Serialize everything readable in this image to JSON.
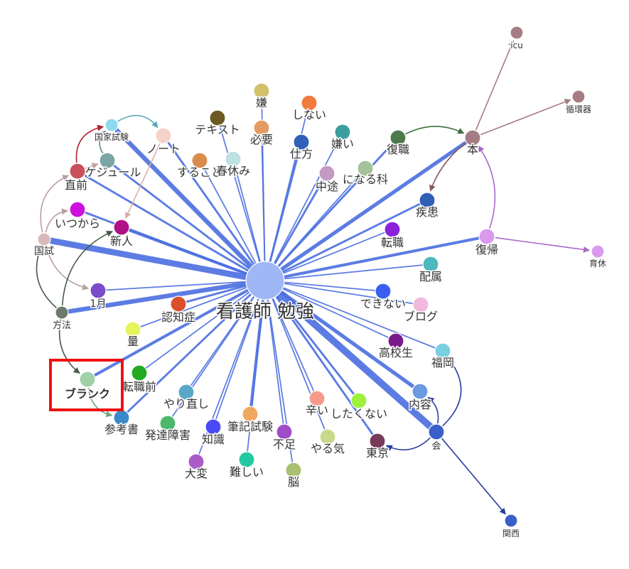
{
  "graph": {
    "center": "看護師 勉強",
    "highlighted": "ブランク",
    "spoke_color": "#4a6ee0",
    "nodes": [
      {
        "id": "看護師 勉強",
        "color": "#9fb8f5",
        "size": "hub"
      },
      {
        "id": "icu",
        "color": "#a67c84",
        "size": "small"
      },
      {
        "id": "循環器",
        "color": "#a67c84",
        "size": "small"
      },
      {
        "id": "嫌",
        "color": "#d1c169",
        "size": "normal"
      },
      {
        "id": "しない",
        "color": "#f27a3a",
        "size": "normal"
      },
      {
        "id": "テキスト",
        "color": "#6b5a22",
        "size": "normal"
      },
      {
        "id": "必要",
        "color": "#e39b63",
        "size": "normal"
      },
      {
        "id": "仕方",
        "color": "#2f5fb8",
        "size": "normal"
      },
      {
        "id": "嫌い",
        "color": "#3a9ea0",
        "size": "normal"
      },
      {
        "id": "復職",
        "color": "#4c7a4c",
        "size": "normal"
      },
      {
        "id": "本",
        "color": "#a67c84",
        "size": "normal"
      },
      {
        "id": "国家試験",
        "color": "#8fd9ee",
        "size": "small"
      },
      {
        "id": "ノート",
        "color": "#f6d2c8",
        "size": "normal"
      },
      {
        "id": "すること",
        "color": "#d98c4c",
        "size": "normal"
      },
      {
        "id": "春休み",
        "color": "#bde0e0",
        "size": "normal"
      },
      {
        "id": "中途",
        "color": "#c29ac4",
        "size": "normal"
      },
      {
        "id": "になる科",
        "color": "#a3c29a",
        "size": "normal"
      },
      {
        "id": "スケジュール",
        "color": "#7aa6a6",
        "size": "normal"
      },
      {
        "id": "直前",
        "color": "#c9505a",
        "size": "normal"
      },
      {
        "id": "疾患",
        "color": "#2f5fb8",
        "size": "normal"
      },
      {
        "id": "いつから",
        "color": "#cc11dd",
        "size": "normal"
      },
      {
        "id": "新人",
        "color": "#b01088",
        "size": "normal"
      },
      {
        "id": "転職",
        "color": "#8a22dd",
        "size": "normal"
      },
      {
        "id": "国試",
        "color": "#d8b8b8",
        "size": "small"
      },
      {
        "id": "復帰",
        "color": "#d99aee",
        "size": "normal"
      },
      {
        "id": "育休",
        "color": "#d99aee",
        "size": "small"
      },
      {
        "id": "配属",
        "color": "#4db8c0",
        "size": "normal"
      },
      {
        "id": "1月",
        "color": "#7a4cc9",
        "size": "normal"
      },
      {
        "id": "できない",
        "color": "#3a5ff0",
        "size": "normal"
      },
      {
        "id": "方法",
        "color": "#6b7a6b",
        "size": "small"
      },
      {
        "id": "認知症",
        "color": "#d9502a",
        "size": "normal"
      },
      {
        "id": "ブログ",
        "color": "#f0b8dd",
        "size": "normal"
      },
      {
        "id": "量",
        "color": "#e5f55a",
        "size": "normal"
      },
      {
        "id": "高校生",
        "color": "#7a1a8a",
        "size": "normal"
      },
      {
        "id": "福岡",
        "color": "#7ad0e0",
        "size": "normal"
      },
      {
        "id": "転職前",
        "color": "#22aa22",
        "size": "normal"
      },
      {
        "id": "ブランク",
        "color": "#9fd0a8",
        "size": "normal"
      },
      {
        "id": "やり直し",
        "color": "#5aa8c9",
        "size": "normal"
      },
      {
        "id": "内容",
        "color": "#6b9ae0",
        "size": "normal"
      },
      {
        "id": "参考書",
        "color": "#3a8ac9",
        "size": "normal"
      },
      {
        "id": "発達障害",
        "color": "#4cb86b",
        "size": "normal"
      },
      {
        "id": "辛い",
        "color": "#f59a8a",
        "size": "normal"
      },
      {
        "id": "したくない",
        "color": "#9ef03a",
        "size": "normal"
      },
      {
        "id": "筆記試験",
        "color": "#f0a860",
        "size": "normal"
      },
      {
        "id": "知識",
        "color": "#4a4af5",
        "size": "normal"
      },
      {
        "id": "不足",
        "color": "#a04cc9",
        "size": "normal"
      },
      {
        "id": "やる気",
        "color": "#c9d98a",
        "size": "normal"
      },
      {
        "id": "会",
        "color": "#3a5fc9",
        "size": "normal"
      },
      {
        "id": "東京",
        "color": "#7a3a5a",
        "size": "normal"
      },
      {
        "id": "難しい",
        "color": "#22c9a0",
        "size": "normal"
      },
      {
        "id": "大変",
        "color": "#aa5ac9",
        "size": "normal"
      },
      {
        "id": "脳",
        "color": "#a8c070",
        "size": "normal"
      },
      {
        "id": "関西",
        "color": "#3a5fc9",
        "size": "small"
      }
    ],
    "spokes": [
      {
        "to": "嫌",
        "weight": 1
      },
      {
        "to": "しない",
        "weight": 1
      },
      {
        "to": "テキスト",
        "weight": 1
      },
      {
        "to": "必要",
        "weight": 1
      },
      {
        "to": "仕方",
        "weight": 2
      },
      {
        "to": "嫌い",
        "weight": 1
      },
      {
        "to": "復職",
        "weight": 2
      },
      {
        "to": "本",
        "weight": 4
      },
      {
        "to": "国家試験",
        "weight": 5
      },
      {
        "to": "ノート",
        "weight": 2
      },
      {
        "to": "すること",
        "weight": 1
      },
      {
        "to": "春休み",
        "weight": 1
      },
      {
        "to": "中途",
        "weight": 2
      },
      {
        "to": "になる科",
        "weight": 1
      },
      {
        "to": "スケジュール",
        "weight": 2
      },
      {
        "to": "直前",
        "weight": 2
      },
      {
        "to": "疾患",
        "weight": 2
      },
      {
        "to": "いつから",
        "weight": 2
      },
      {
        "to": "新人",
        "weight": 3
      },
      {
        "to": "転職",
        "weight": 1
      },
      {
        "to": "国試",
        "weight": 7
      },
      {
        "to": "復帰",
        "weight": 3
      },
      {
        "to": "配属",
        "weight": 1
      },
      {
        "to": "1月",
        "weight": 1
      },
      {
        "to": "できない",
        "weight": 1
      },
      {
        "to": "方法",
        "weight": 5
      },
      {
        "to": "認知症",
        "weight": 2
      },
      {
        "to": "ブログ",
        "weight": 1
      },
      {
        "to": "量",
        "weight": 1
      },
      {
        "to": "高校生",
        "weight": 1
      },
      {
        "to": "福岡",
        "weight": 1
      },
      {
        "to": "転職前",
        "weight": 1
      },
      {
        "to": "ブランク",
        "weight": 3
      },
      {
        "to": "やり直し",
        "weight": 1
      },
      {
        "to": "内容",
        "weight": 4
      },
      {
        "to": "参考書",
        "weight": 2
      },
      {
        "to": "発達障害",
        "weight": 1
      },
      {
        "to": "辛い",
        "weight": 1
      },
      {
        "to": "したくない",
        "weight": 2
      },
      {
        "to": "筆記試験",
        "weight": 3
      },
      {
        "to": "知識",
        "weight": 1
      },
      {
        "to": "不足",
        "weight": 1
      },
      {
        "to": "やる気",
        "weight": 1
      },
      {
        "to": "会",
        "weight": 8
      },
      {
        "to": "東京",
        "weight": 2
      },
      {
        "to": "難しい",
        "weight": 1
      },
      {
        "to": "大変",
        "weight": 1
      },
      {
        "to": "脳",
        "weight": 1
      }
    ],
    "arrows": [
      {
        "from": "本",
        "to": "icu",
        "color": "#a67c84",
        "curve": 0
      },
      {
        "from": "本",
        "to": "循環器",
        "color": "#a67c84",
        "curve": 0
      },
      {
        "from": "復職",
        "to": "本",
        "color": "#3e6e3e",
        "curve": -0.25
      },
      {
        "from": "本",
        "to": "疾患",
        "color": "#8a5a5a",
        "curve": 0.15
      },
      {
        "from": "復帰",
        "to": "本",
        "color": "#a86ac9",
        "curve": 0.25
      },
      {
        "from": "復帰",
        "to": "育休",
        "color": "#a86ac9",
        "curve": 0
      },
      {
        "from": "ノート",
        "to": "新人",
        "color": "#d9b0a8",
        "curve": 0
      },
      {
        "from": "国家試験",
        "to": "ノート",
        "color": "#5aaab8",
        "curve": -0.45
      },
      {
        "from": "スケジュール",
        "to": "国家試験",
        "color": "#5a8a8a",
        "curve": -0.4
      },
      {
        "from": "直前",
        "to": "国家試験",
        "color": "#b02030",
        "curve": -0.45
      },
      {
        "from": "直前",
        "to": "スケジュール",
        "color": "#c9a0a0",
        "curve": 0
      },
      {
        "from": "国試",
        "to": "直前",
        "color": "#b8a0a0",
        "curve": -0.4
      },
      {
        "from": "国試",
        "to": "いつから",
        "color": "#b8a0a0",
        "curve": -0.35
      },
      {
        "from": "国試",
        "to": "1月",
        "color": "#b8a0a0",
        "curve": 0.3
      },
      {
        "from": "方法",
        "to": "国試",
        "color": "#4a5a4a",
        "curve": -0.35
      },
      {
        "from": "方法",
        "to": "新人",
        "color": "#4a5a4a",
        "curve": -0.3
      },
      {
        "from": "方法",
        "to": "ブランク",
        "color": "#4a5a4a",
        "curve": 0.3
      },
      {
        "from": "ブランク",
        "to": "参考書",
        "color": "#6aa87a",
        "curve": 0.35
      },
      {
        "from": "会",
        "to": "関西",
        "color": "#2a3fa0",
        "curve": 0
      },
      {
        "from": "会",
        "to": "福岡",
        "color": "#2a3fa0",
        "curve": 0.45
      },
      {
        "from": "会",
        "to": "東京",
        "color": "#2a3fa0",
        "curve": -0.35
      },
      {
        "from": "会",
        "to": "内容",
        "color": "#2a3fa0",
        "curve": 0.3
      }
    ]
  }
}
